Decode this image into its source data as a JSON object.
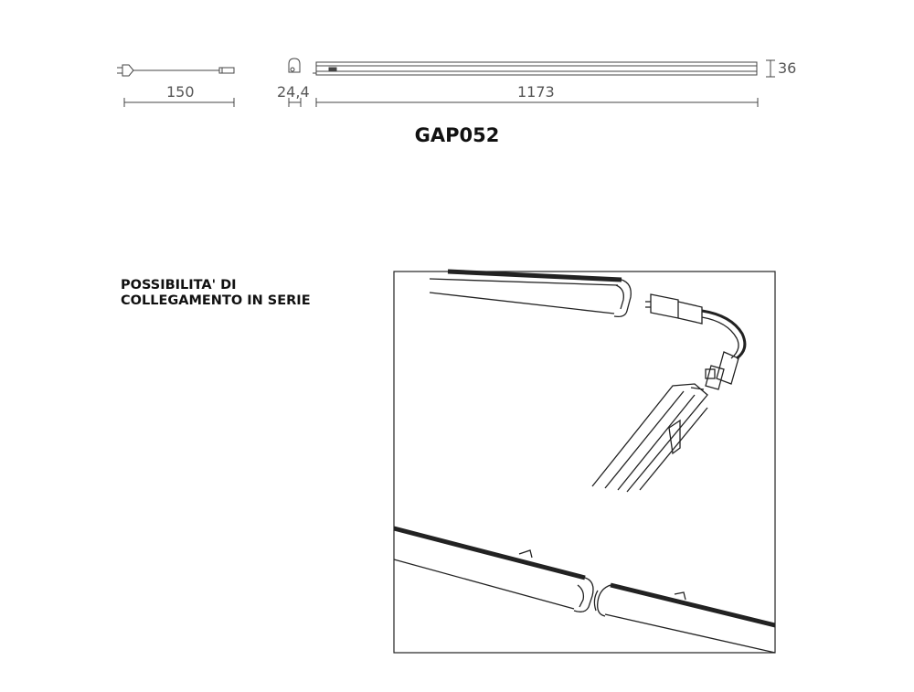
{
  "drawing": {
    "cable_length": "150",
    "end_cap_width": "24,4",
    "bar_length": "1173",
    "height": "36"
  },
  "product_code": "GAP052",
  "series_connection": {
    "line1": "POSSIBILITA' DI",
    "line2": "COLLEGAMENTO IN SERIE"
  }
}
